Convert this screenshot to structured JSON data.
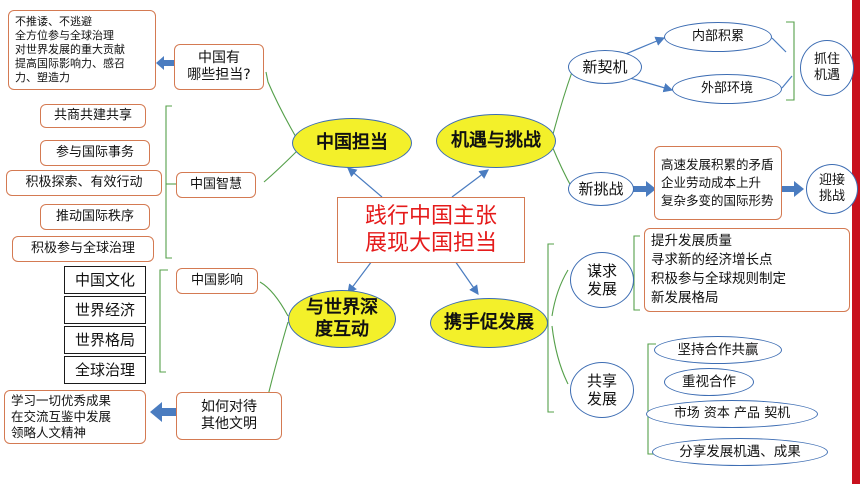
{
  "center": {
    "line1": "践行中国主张",
    "line2": "展现大国担当"
  },
  "branches": {
    "china_responsibility": "中国担当",
    "opportunities_challenges": "机遇与挑战",
    "world_interaction": "与世界深\n度互动",
    "joint_development": "携手促发展"
  },
  "china_responsibility": {
    "question": "中国有\n哪些担当?",
    "question_answer": "不推诿、不逃避\n全方位参与全球治理\n对世界发展的重大贡献\n提高国际影响力、感召\n力、塑造力",
    "wisdom_label": "中国智慧",
    "wisdom_items": [
      "共商共建共享",
      "参与国际事务",
      "积极探索、有效行动",
      "推动国际秩序",
      "积极参与全球治理"
    ]
  },
  "world_interaction": {
    "influence_label": "中国影响",
    "influence_items": [
      "中国文化",
      "世界经济",
      "世界格局",
      "全球治理"
    ],
    "civilization_question": "如何对待\n其他文明",
    "civilization_answer": "学习一切优秀成果\n在交流互鉴中发展\n领略人文精神"
  },
  "opportunities_challenges": {
    "new_opportunity": "新契机",
    "internal": "内部积累",
    "external": "外部环境",
    "seize": "抓住\n机遇",
    "new_challenge": "新挑战",
    "challenge_details": "高速发展积累的矛盾\n企业劳动成本上升\n复杂多变的国际形势",
    "meet": "迎接\n挑战"
  },
  "joint_development": {
    "seek_label": "谋求\n发展",
    "seek_items": "提升发展质量\n寻求新的经济增长点\n积极参与全球规则制定\n新发展格局",
    "share_label": "共享\n发展",
    "share_items": [
      "坚持合作共赢",
      "重视合作",
      "市场 资本 产品 契机",
      "分享发展机遇、成果"
    ]
  },
  "colors": {
    "accent_red": "#c8101d",
    "branch_yellow": "#f3f02a",
    "ellipse_border": "#3d6db3",
    "box_border": "#d47a52",
    "arrow_blue": "#4a7cc0",
    "center_text": "#e51b1b"
  }
}
